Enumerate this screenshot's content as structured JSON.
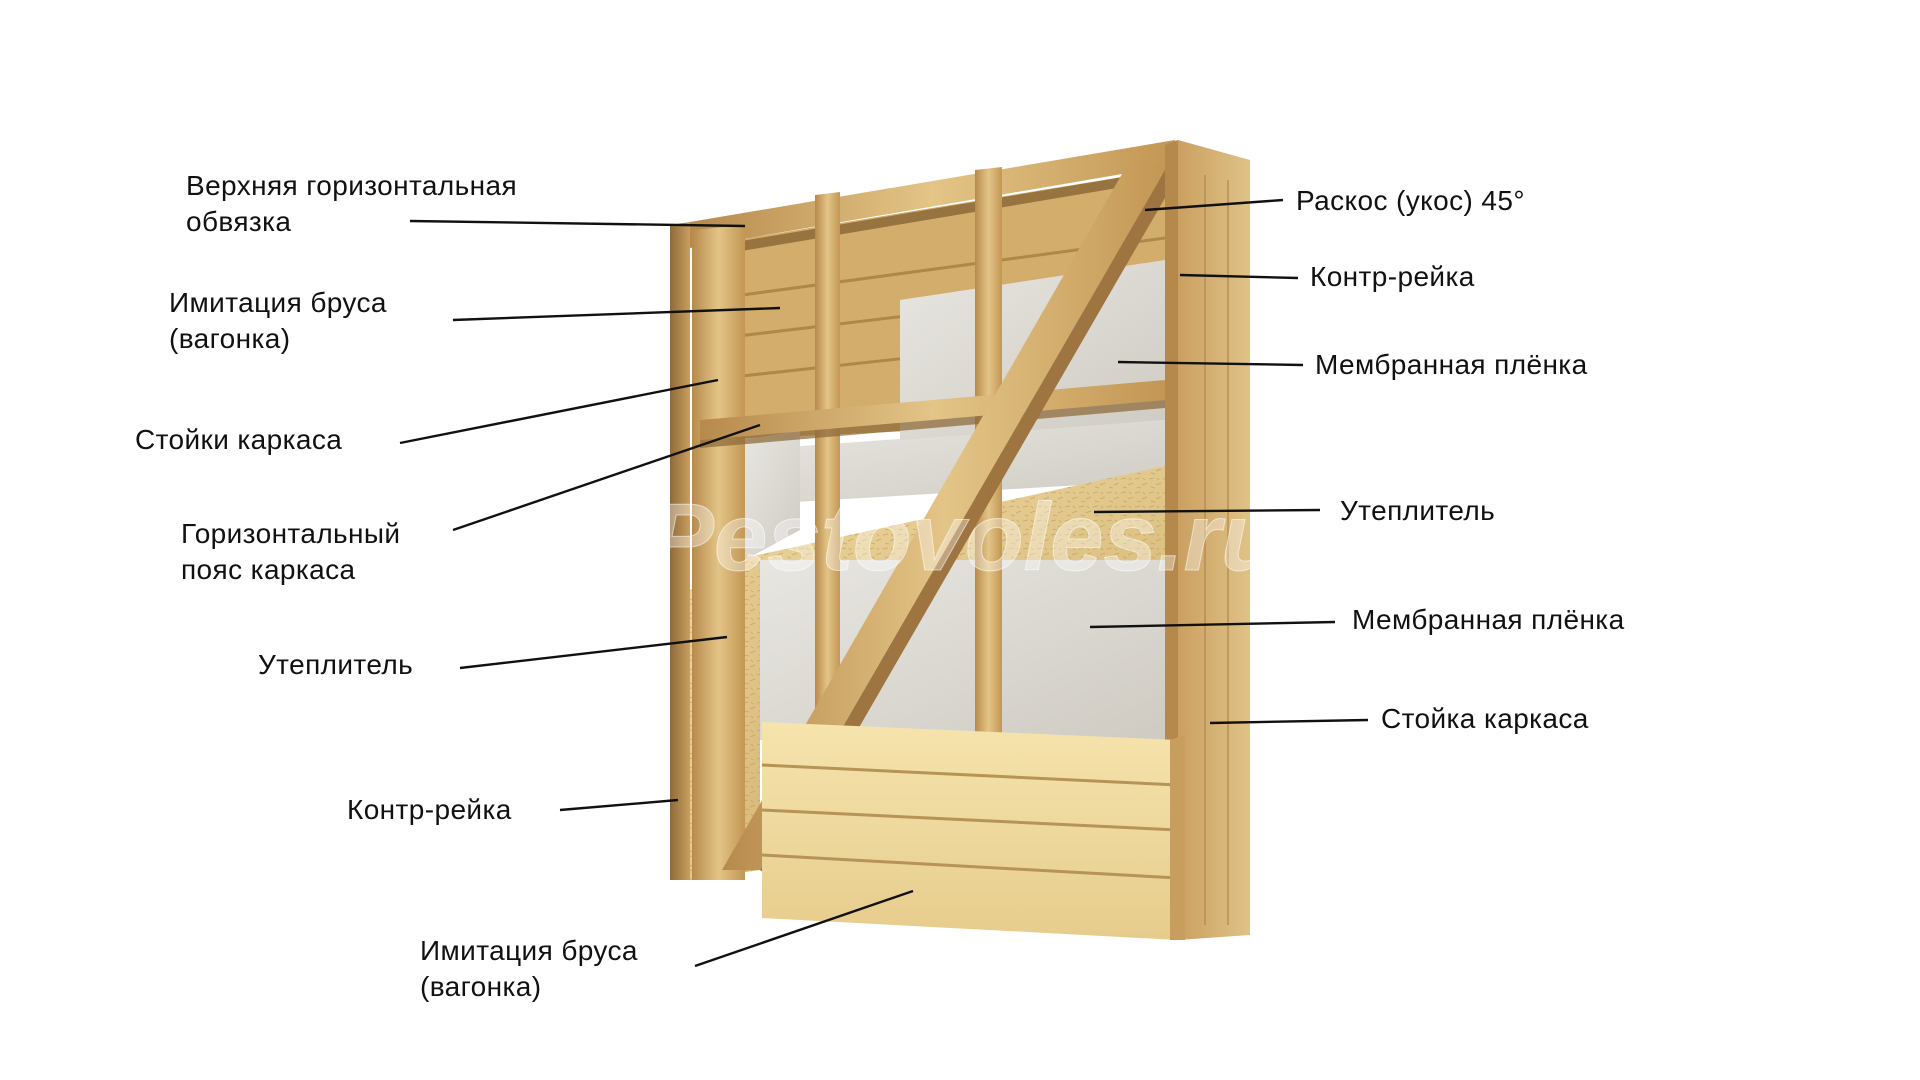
{
  "labels_left": [
    {
      "id": "top-plate",
      "lines": [
        "Верхняя горизонтальная",
        "обвязка"
      ]
    },
    {
      "id": "lining-top",
      "lines": [
        "Имитация бруса",
        "(вагонка)"
      ]
    },
    {
      "id": "frame-studs",
      "lines": [
        "Стойки каркаса"
      ]
    },
    {
      "id": "horizontal-belt",
      "lines": [
        "Горизонтальный",
        "пояс каркаса"
      ]
    },
    {
      "id": "insulation-left",
      "lines": [
        "Утеплитель"
      ]
    },
    {
      "id": "counter-batten-left",
      "lines": [
        "Контр-рейка"
      ]
    },
    {
      "id": "lining-bottom",
      "lines": [
        "Имитация бруса",
        "(вагонка)"
      ]
    }
  ],
  "labels_right": [
    {
      "id": "brace",
      "lines": [
        "Раскос (укос) 45°"
      ]
    },
    {
      "id": "counter-batten-right",
      "lines": [
        "Контр-рейка"
      ]
    },
    {
      "id": "membrane-top",
      "lines": [
        "Мембранная плёнка"
      ]
    },
    {
      "id": "insulation-right",
      "lines": [
        "Утеплитель"
      ]
    },
    {
      "id": "membrane-bottom",
      "lines": [
        "Мембранная плёнка"
      ]
    },
    {
      "id": "frame-stud",
      "lines": [
        "Стойка каркаса"
      ]
    }
  ],
  "watermark": "Pestovoles.ru",
  "colors": {
    "wood_light": "#e6c98a",
    "wood_mid": "#cfa764",
    "wood_dark": "#9a7440",
    "lining": "#f0dc9e",
    "insulation": "#e2cb8c",
    "membrane": "#dcd9d3",
    "label_text": "#111111",
    "leader": "#111111"
  }
}
